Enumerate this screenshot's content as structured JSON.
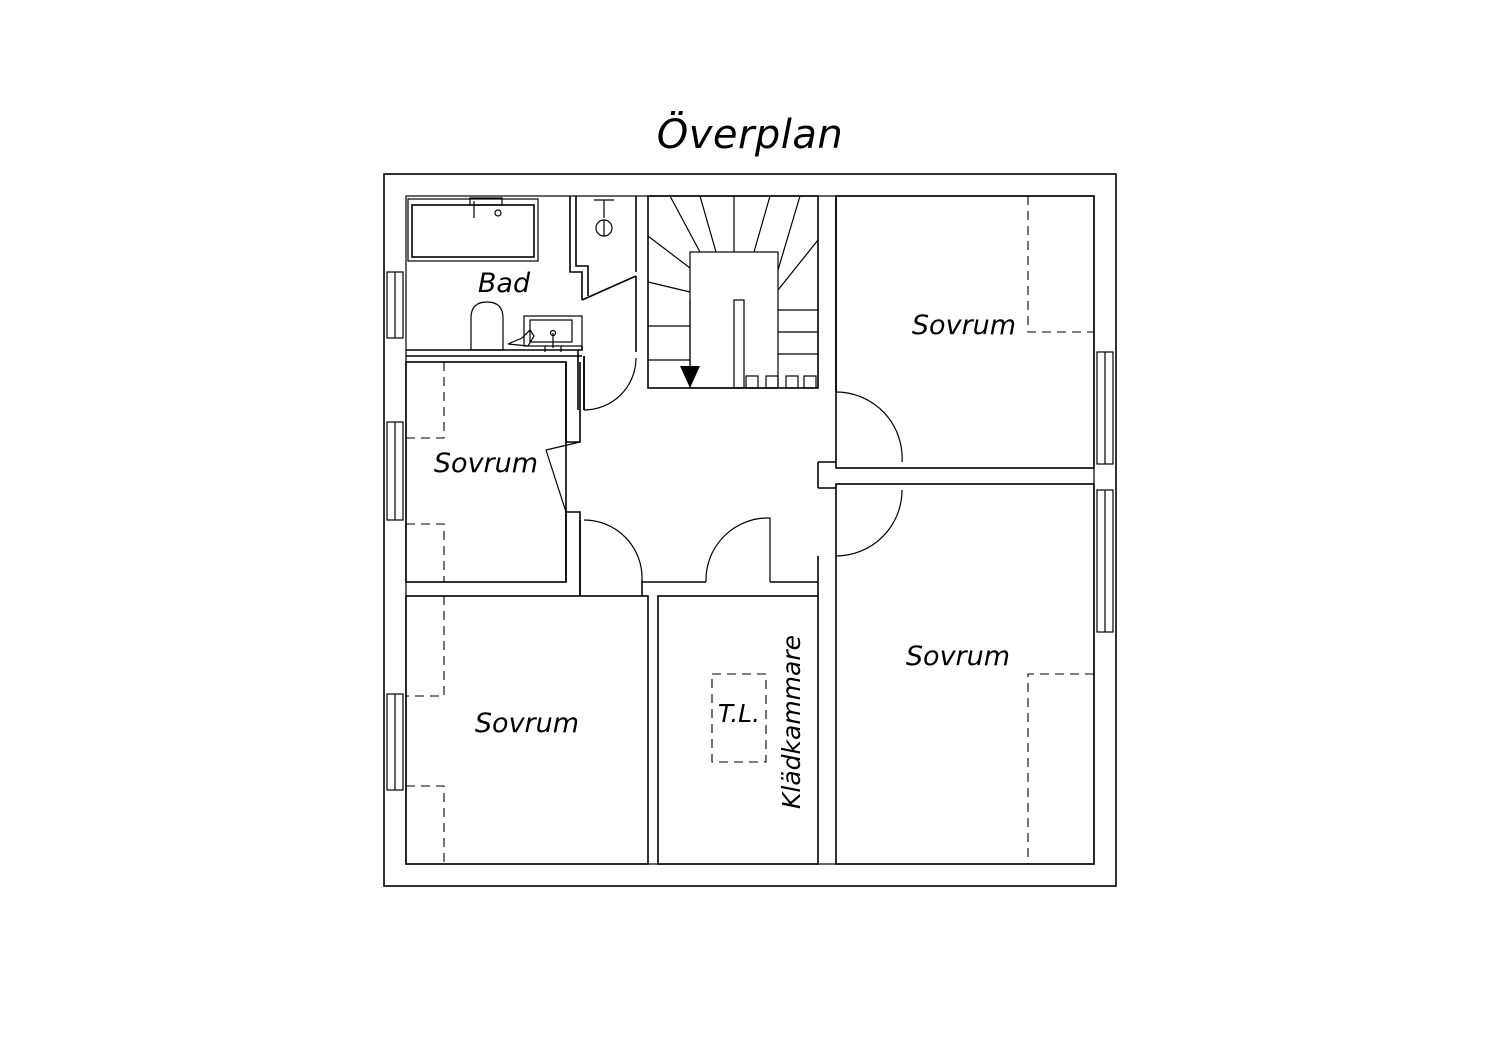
{
  "title": "Överplan",
  "rooms": {
    "bad": "Bad",
    "sovrum_top_right": "Sovrum",
    "sovrum_left_middle": "Sovrum",
    "sovrum_bottom_left": "Sovrum",
    "sovrum_bottom_right": "Sovrum",
    "tl": "T.L.",
    "kladkammare": "Klädkammare"
  }
}
